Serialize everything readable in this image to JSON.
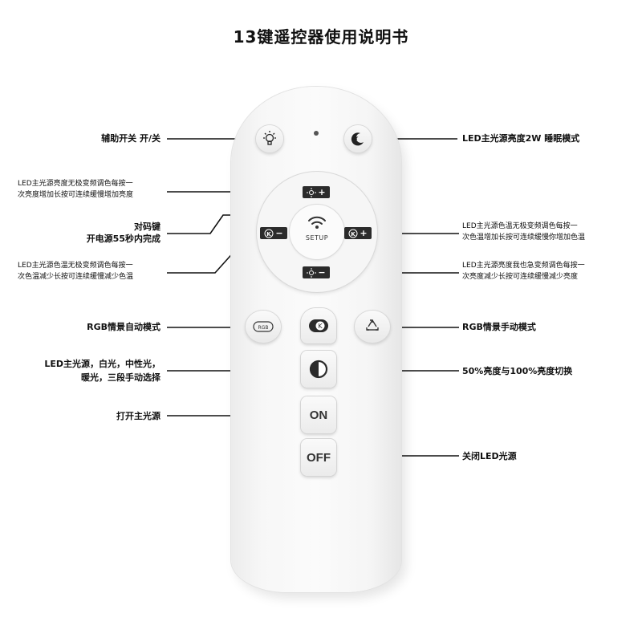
{
  "title": "13键遥控器使用说明书",
  "remote": {
    "setup_label": "SETUP",
    "on_label": "ON",
    "off_label": "OFF",
    "rgb_btn_label": "RGB"
  },
  "labels": {
    "aux_switch": "辅助开关 开/关",
    "sleep_mode": "LED主光源亮度2W 睡眠模式",
    "brightness_up_line1": "LED主光源亮度无极变频调色每按一",
    "brightness_up_line2": "次亮度增加长按可连续缓慢增加亮度",
    "pair_key_line1": "对码键",
    "pair_key_line2": "开电源55秒内完成",
    "ct_down_line1": "LED主光源色温无极变频调色每按一",
    "ct_down_line2": "次色温减少长按可连续缓慢减少色温",
    "ct_up_line1": "LED主光源色温无极变频调色每按一",
    "ct_up_line2": "次色温增加长按可连续缓慢你增加色温",
    "brightness_down_line1": "LED主光源亮度我也急变频调色每按一",
    "brightness_down_line2": "次亮度减少长按可连续缓慢减少亮度",
    "rgb_auto": "RGB情景自动模式",
    "rgb_manual": "RGB情景手动模式",
    "led_mode_line1": "LED主光源，白光，中性光，",
    "led_mode_line2": "暖光，三段手动选择",
    "half_full": "50%亮度与100%亮度切换",
    "main_on": "打开主光源",
    "led_off": "关闭LED光源"
  },
  "icons": [
    "bulb-icon",
    "moon-star-icon",
    "wifi-icon",
    "sun-plus-icon",
    "sun-minus-icon",
    "k-minus-icon",
    "k-plus-icon",
    "rgb-cycle-icon",
    "k-circle-icon",
    "recycle-icon",
    "half-circle-icon"
  ]
}
